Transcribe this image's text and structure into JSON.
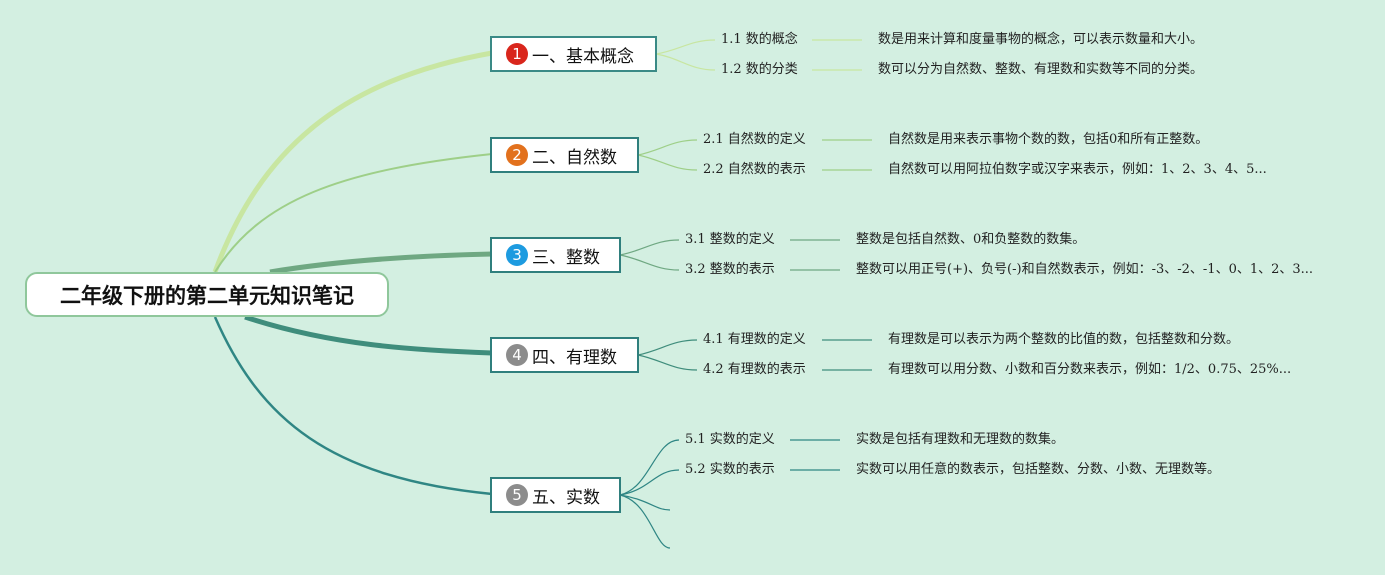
{
  "colors": {
    "background": "#d3efe1",
    "branch_1": "#c8e6a1",
    "branch_2": "#9ecf88",
    "branch_3": "#6fa882",
    "branch_4": "#3f8d7c",
    "branch_5": "#2f8684"
  },
  "root": {
    "title": "二年级下册的第二单元知识笔记"
  },
  "branches": [
    {
      "number": "1",
      "badge_color": "#d9261c",
      "label": "一、基本概念",
      "items": [
        {
          "label": "1.1 数的概念",
          "text": "数是用来计算和度量事物的概念，可以表示数量和大小。"
        },
        {
          "label": "1.2 数的分类",
          "text": "数可以分为自然数、整数、有理数和实数等不同的分类。"
        }
      ]
    },
    {
      "number": "2",
      "badge_color": "#e2711d",
      "label": "二、自然数",
      "items": [
        {
          "label": "2.1 自然数的定义",
          "text": "自然数是用来表示事物个数的数，包括0和所有正整数。"
        },
        {
          "label": "2.2 自然数的表示",
          "text": "自然数可以用阿拉伯数字或汉字来表示，例如：1、2、3、4、5..."
        }
      ]
    },
    {
      "number": "3",
      "badge_color": "#1d9be0",
      "label": "三、整数",
      "items": [
        {
          "label": "3.1 整数的定义",
          "text": "整数是包括自然数、0和负整数的数集。"
        },
        {
          "label": "3.2 整数的表示",
          "text": "整数可以用正号(+)、负号(-)和自然数表示，例如：-3、-2、-1、0、1、2、3..."
        }
      ]
    },
    {
      "number": "4",
      "badge_color": "#8c8c8c",
      "label": "四、有理数",
      "items": [
        {
          "label": "4.1 有理数的定义",
          "text": "有理数是可以表示为两个整数的比值的数，包括整数和分数。"
        },
        {
          "label": "4.2 有理数的表示",
          "text": "有理数可以用分数、小数和百分数来表示，例如：1/2、0.75、25%..."
        }
      ]
    },
    {
      "number": "5",
      "badge_color": "#8c8c8c",
      "label": "五、实数",
      "items": [
        {
          "label": "5.1 实数的定义",
          "text": "实数是包括有理数和无理数的数集。"
        },
        {
          "label": "5.2 实数的表示",
          "text": "实数可以用任意的数表示，包括整数、分数、小数、无理数等。"
        }
      ]
    }
  ]
}
